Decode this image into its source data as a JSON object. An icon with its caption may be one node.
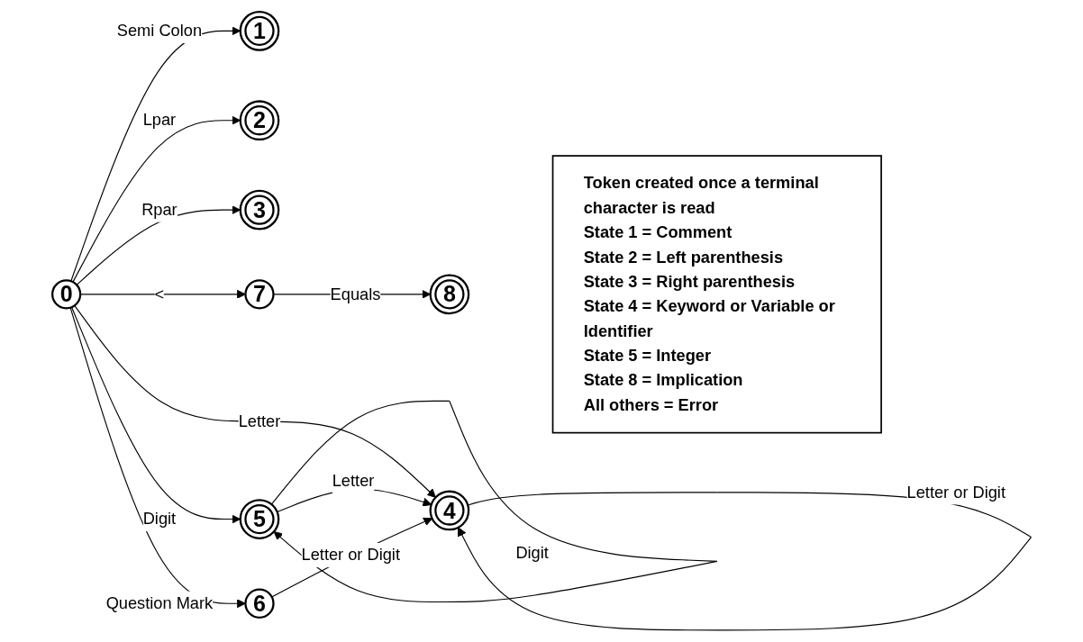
{
  "diagram": {
    "nodes": [
      {
        "text": [
          "1"
        ]
      },
      {
        "text": [
          "2"
        ]
      },
      {
        "text": [
          "3"
        ]
      },
      {
        "text": [
          "0"
        ]
      },
      {
        "text": [
          "4"
        ]
      },
      {
        "text": [
          "5"
        ]
      },
      {
        "text": [
          "6"
        ]
      },
      {
        "text": [
          "7"
        ]
      },
      {
        "text": [
          "8"
        ]
      },
      {
        "text": [
          "Token created once a terminal character is read",
          "State 1 = Comment",
          "State 2 = Left parenthesis",
          "State 3 = Right parenthesis",
          "State 4 = Keyword or Variable or Identifier",
          "State 5 = Integer",
          "State 8 = Implication",
          "All others = Error"
        ]
      }
    ],
    "edges": [
      {
        "from": 3,
        "to": 0,
        "arrow": "to",
        "label": "Semi Colon"
      },
      {
        "from": 3,
        "to": 1,
        "arrow": "to",
        "label": "Lpar"
      },
      {
        "from": 3,
        "to": 2,
        "arrow": "to",
        "label": "Rpar"
      },
      {
        "from": 3,
        "to": 4,
        "arrow": "to",
        "label": "Letter"
      },
      {
        "from": 4,
        "to": 4,
        "arrow": "to",
        "label": "Letter or Digit"
      },
      {
        "from": 5,
        "to": 5,
        "arrow": "to",
        "label": "Digit"
      },
      {
        "from": 5,
        "to": 4,
        "arrow": "to",
        "label": "Letter"
      },
      {
        "from": 3,
        "to": 5,
        "arrow": "to",
        "label": "Digit"
      },
      {
        "from": 6,
        "to": 4,
        "arrow": "to",
        "label": "Letter or Digit"
      },
      {
        "from": 3,
        "to": 6,
        "arrow": "to",
        "label": "Question Mark"
      },
      {
        "from": 3,
        "to": 7,
        "arrow": "to",
        "label": "<"
      },
      {
        "from": 7,
        "to": 8,
        "arrow": "to",
        "label": "Equals"
      }
    ]
  }
}
